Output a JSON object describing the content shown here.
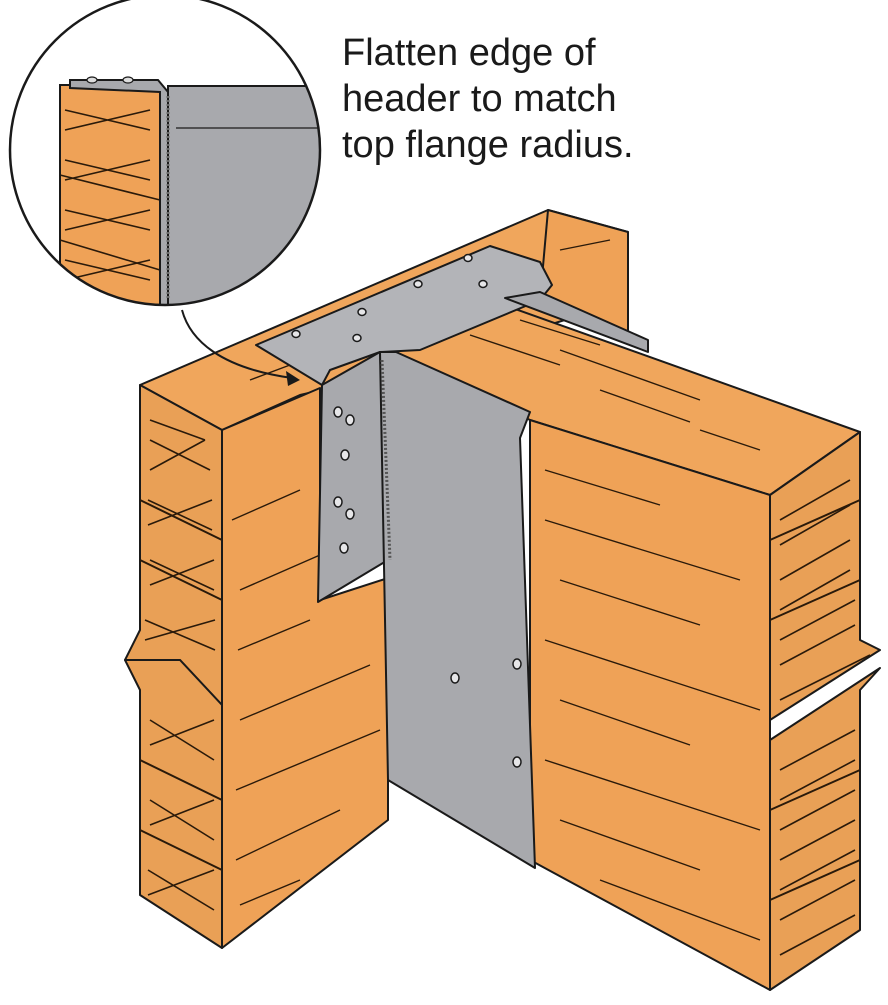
{
  "callout": {
    "lines": [
      "Flatten edge of",
      "header to match",
      "top flange radius."
    ]
  },
  "colors": {
    "wood_face": "#EFA257",
    "wood_end": "#E9A056",
    "wood_top": "#F0A65C",
    "grain_line": "#2a1a0a",
    "outline": "#1a1a1a",
    "steel_face": "#A8A9AD",
    "steel_light": "#C4C5C8",
    "steel_dark": "#8C8D91",
    "background": "#FFFFFF"
  },
  "icons": {
    "hanger": "top-flange-joist-hanger-icon",
    "header": "wood-header-beam-icon",
    "joist": "wood-joist-beam-icon",
    "detail": "magnified-detail-circle-icon",
    "leader": "callout-leader-arrow-icon"
  }
}
